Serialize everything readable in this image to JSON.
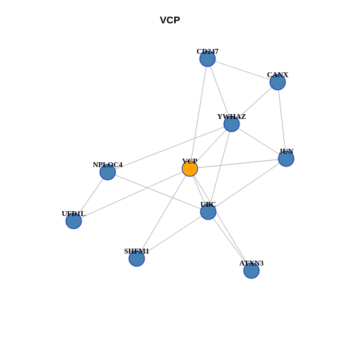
{
  "graph": {
    "title": "VCP",
    "colors": {
      "node_default": "#4682b4",
      "node_center": "#ffa500",
      "node_border": "#1a2fb0",
      "edge": "#b3b3b3"
    },
    "nodes": [
      {
        "id": "CD247",
        "label": "CD247",
        "center": false
      },
      {
        "id": "CANX",
        "label": "CANX",
        "center": false
      },
      {
        "id": "YWHAZ",
        "label": "YWHAZ",
        "center": false
      },
      {
        "id": "JUN",
        "label": "JUN",
        "center": false
      },
      {
        "id": "VCP",
        "label": "VCP",
        "center": true
      },
      {
        "id": "NPLOC4",
        "label": "NPLOC4",
        "center": false
      },
      {
        "id": "UFD1L",
        "label": "UFD1L",
        "center": false
      },
      {
        "id": "UBC",
        "label": "UBC",
        "center": false
      },
      {
        "id": "SHFM1",
        "label": "SHFM1",
        "center": false
      },
      {
        "id": "ATXN3",
        "label": "ATXN3",
        "center": false
      }
    ],
    "edges": [
      [
        "CD247",
        "CANX"
      ],
      [
        "CD247",
        "YWHAZ"
      ],
      [
        "CD247",
        "VCP"
      ],
      [
        "CANX",
        "YWHAZ"
      ],
      [
        "CANX",
        "JUN"
      ],
      [
        "YWHAZ",
        "JUN"
      ],
      [
        "YWHAZ",
        "VCP"
      ],
      [
        "YWHAZ",
        "UBC"
      ],
      [
        "YWHAZ",
        "NPLOC4"
      ],
      [
        "JUN",
        "VCP"
      ],
      [
        "JUN",
        "UBC"
      ],
      [
        "VCP",
        "UFD1L"
      ],
      [
        "VCP",
        "UBC"
      ],
      [
        "VCP",
        "SHFM1"
      ],
      [
        "VCP",
        "ATXN3"
      ],
      [
        "NPLOC4",
        "UFD1L"
      ],
      [
        "NPLOC4",
        "UBC"
      ],
      [
        "UBC",
        "SHFM1"
      ],
      [
        "UBC",
        "ATXN3"
      ]
    ]
  }
}
